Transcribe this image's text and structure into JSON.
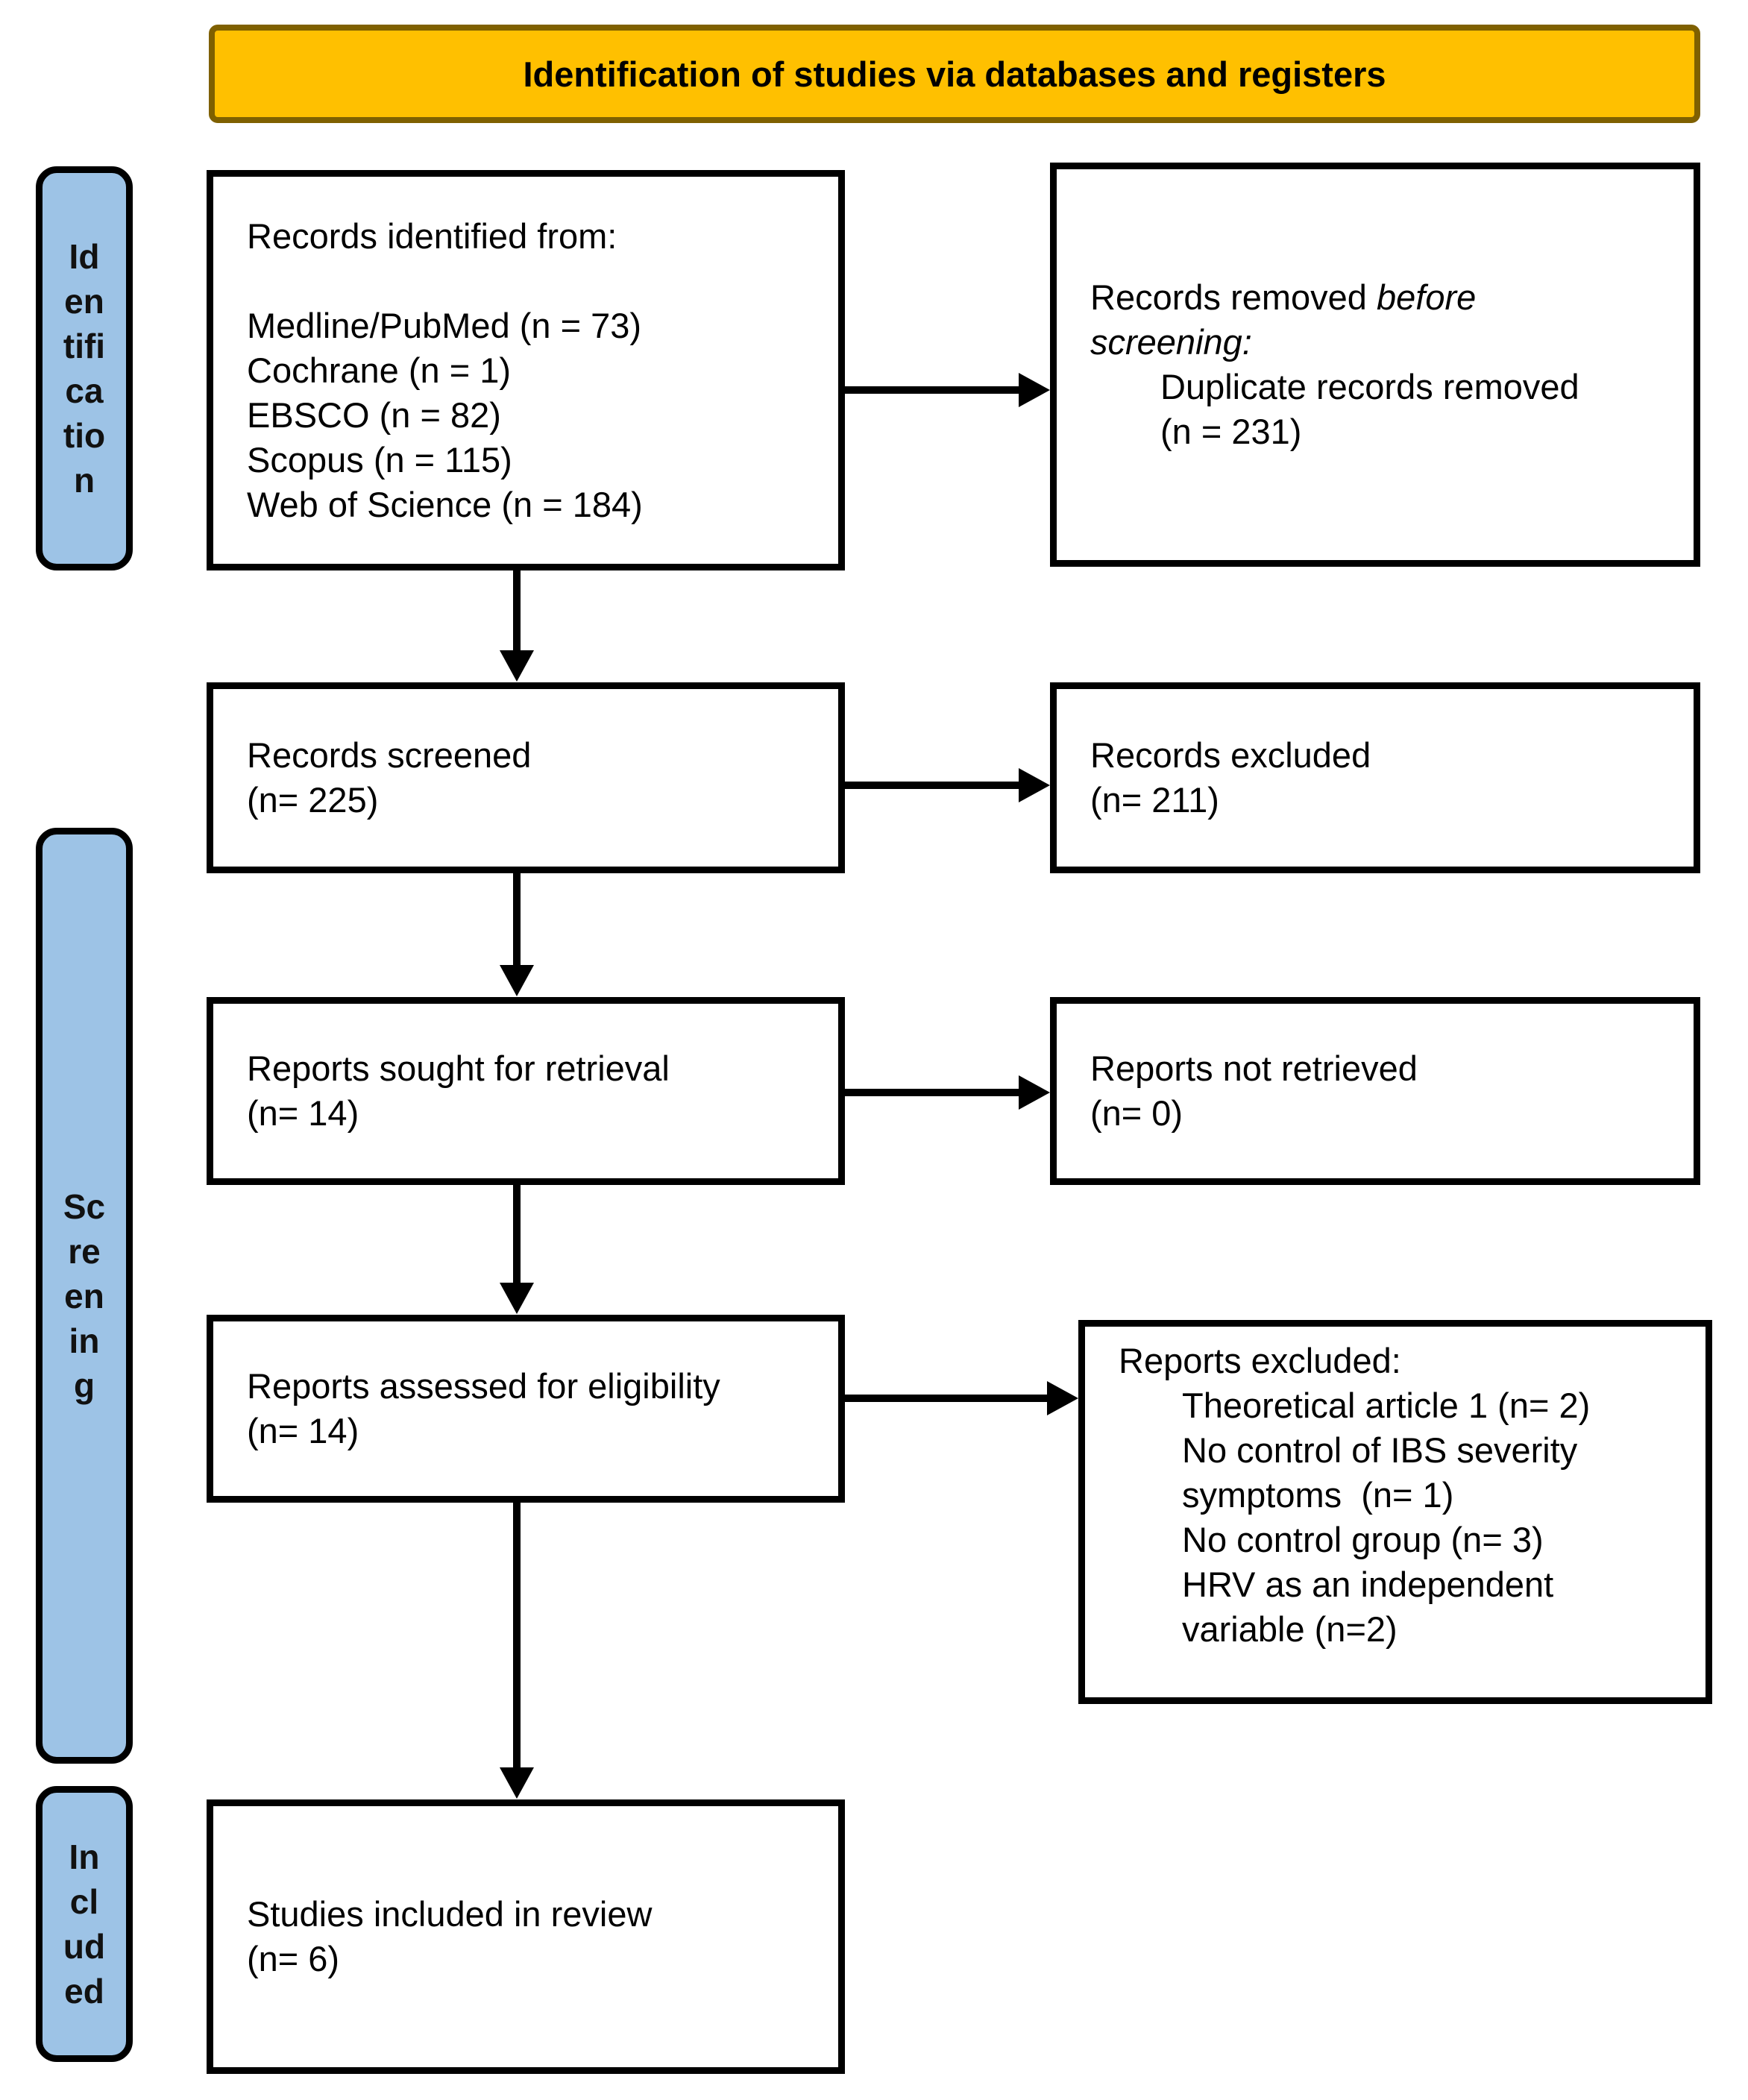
{
  "title_banner": {
    "label": "Identification of studies via databases and registers",
    "fill": "#FFC000",
    "border_color": "#7F6000"
  },
  "stage_labels": [
    {
      "id": "identification",
      "label": "Id\nen\ntifi\nca\ntio\nn"
    },
    {
      "id": "screening",
      "label": "Sc\nre\nen\nin\ng"
    },
    {
      "id": "included",
      "label": "In\ncl\nud\ned"
    }
  ],
  "flow": {
    "records_identified": {
      "heading": "Records identified from:",
      "sources": [
        "Medline/PubMed (n = 73)",
        "Cochrane (n = 1)",
        "EBSCO (n = 82)",
        "Scopus (n = 115)",
        "Web of Science (n = 184)"
      ]
    },
    "records_removed": {
      "text_normal": "Records removed ",
      "text_italic": "before screening:",
      "reason": "Duplicate records removed (n = 231)"
    },
    "records_screened": "Records screened\n(n= 225)",
    "records_excluded": "Records excluded\n(n= 211)",
    "reports_sought": "Reports sought for retrieval\n(n= 14)",
    "reports_not_retrieved": "Reports not retrieved\n(n= 0)",
    "reports_assessed": "Reports assessed for eligibility\n(n= 14)",
    "reports_excluded": {
      "heading": "Reports excluded:",
      "reasons": [
        "Theoretical article 1 (n= 2)",
        "No control of IBS severity symptoms  (n= 1)",
        "No control group (n= 3)",
        "HRV as an independent variable (n=2)"
      ]
    },
    "studies_included": "Studies included in review\n(n= 6)"
  }
}
